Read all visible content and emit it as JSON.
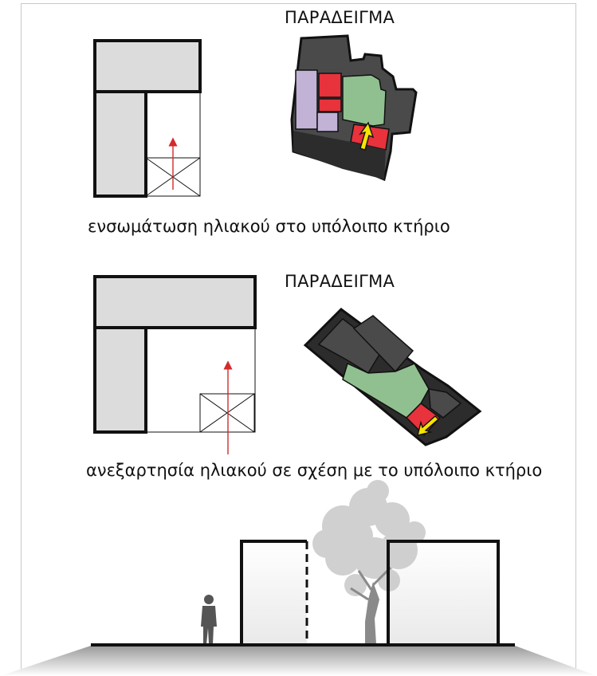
{
  "example_label": "ΠΑΡΑΔΕΙΓΜΑ",
  "caption_integrated": "ενσωμάτωση ηλιακού στο υπόλοιπο κτήριο",
  "caption_independent": "ανεξαρτησία ηλιακού σε σχέση με το υπόλοιπο κτήριο",
  "colors": {
    "wall_fill": "#dcdcdc",
    "dark_mass": "#4a4a4a",
    "outline": "#111111",
    "red_space": "#e8323c",
    "green_space": "#90c090",
    "lilac_space": "#c2b2d6",
    "arrow_yellow": "#f5e400",
    "arrow_red": "#d42a2a"
  }
}
